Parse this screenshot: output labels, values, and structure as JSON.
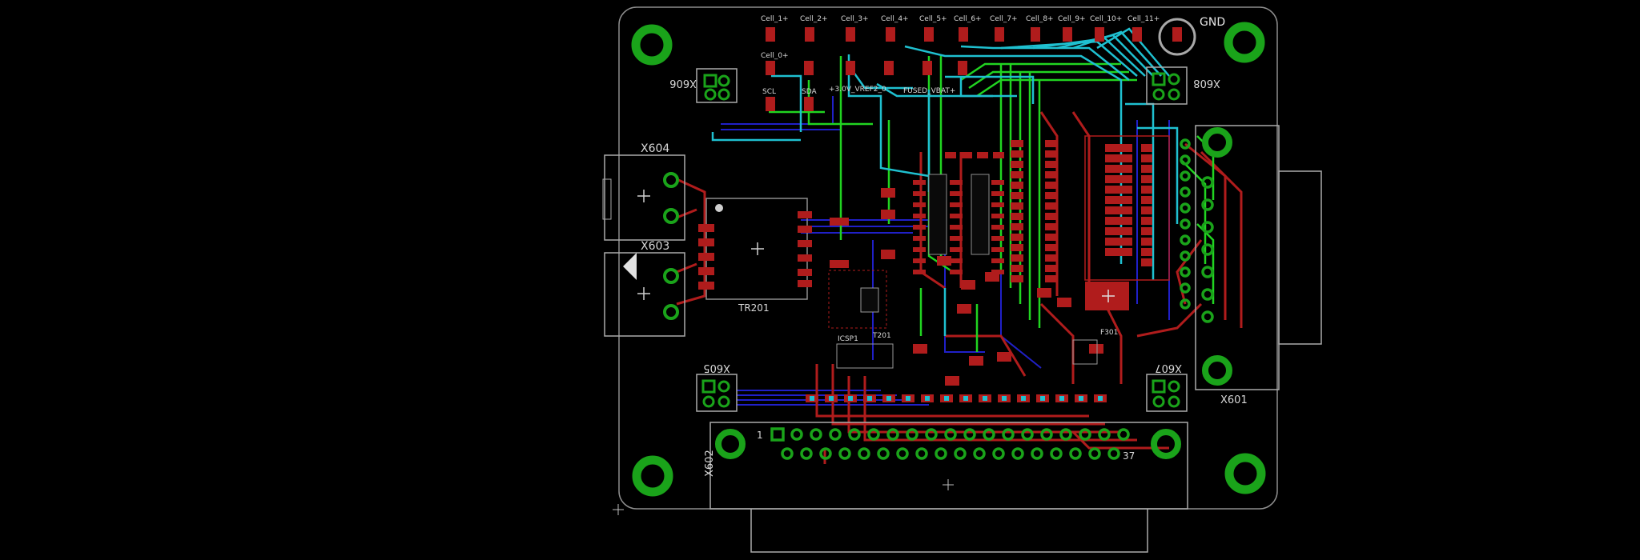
{
  "board": {
    "cell_labels_top": [
      "Cell_1+",
      "Cell_2+",
      "Cell_3+",
      "Cell_4+",
      "Cell_5+",
      "Cell_6+",
      "Cell_7+",
      "Cell_8+",
      "Cell_9+",
      "Cell_10+",
      "Cell_11+"
    ],
    "gnd_label": "GND",
    "cell0_label": "Cell_0+",
    "scl_label": "SCL",
    "sda_label": "SDA",
    "vref_label": "+3.0V_VREF2_0",
    "fused_label": "FUSED_VBAT+",
    "connectors": {
      "x606": "X606",
      "x608": "X608",
      "x604": "X604",
      "x603": "X603",
      "x605": "X605",
      "x607": "X607",
      "x601": "X601",
      "x602": "X602"
    },
    "parts": {
      "tr201": "TR201",
      "icsp1": "ICSP1",
      "f301": "F301",
      "t201": "T201"
    },
    "pin_one": "1",
    "pin_last": "37",
    "colors": {
      "background": "#000000",
      "outline": "#9a9a9a",
      "top_copper": "#b01c1c",
      "bottom_copper": "#2020c8",
      "pad": "#1aa31a",
      "green_trace": "#21d421",
      "cyan_trace": "#1fc0d0",
      "silk": "#d8d8d8"
    }
  }
}
